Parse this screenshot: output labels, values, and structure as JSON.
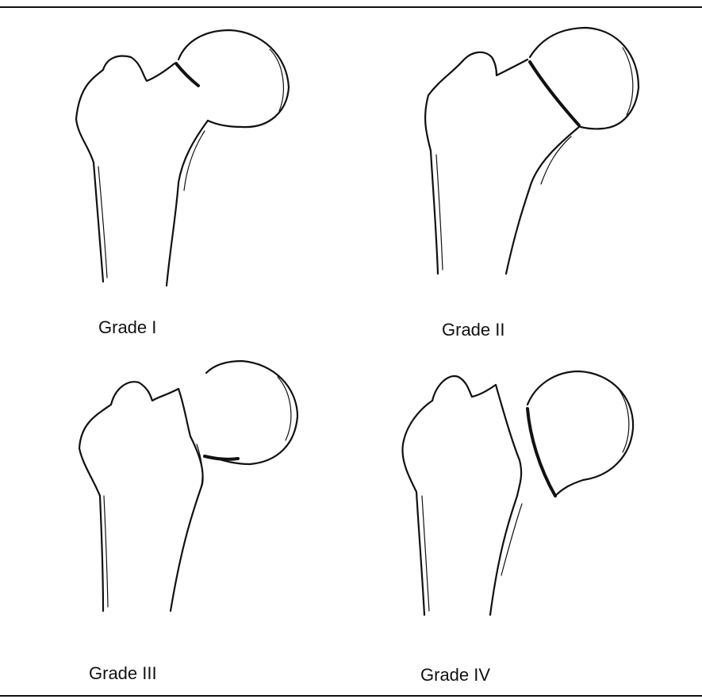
{
  "panels": [
    {
      "label": "Grade I"
    },
    {
      "label": "Grade II"
    },
    {
      "label": "Grade III"
    },
    {
      "label": "Grade IV"
    }
  ]
}
